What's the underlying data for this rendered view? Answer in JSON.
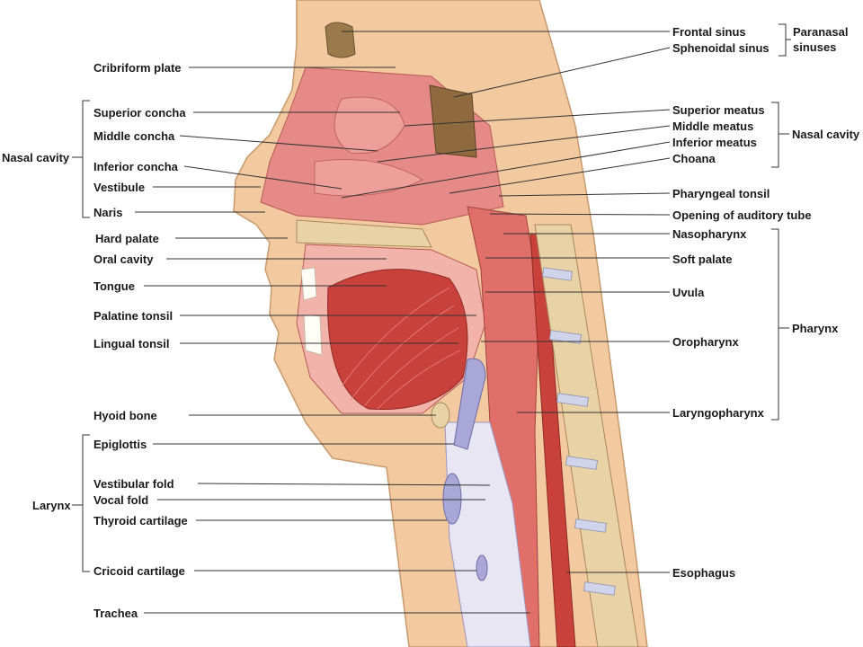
{
  "labels": {
    "cribriform_plate": "Cribriform plate",
    "superior_concha": "Superior concha",
    "middle_concha": "Middle concha",
    "inferior_concha": "Inferior concha",
    "vestibule": "Vestibule",
    "naris": "Naris",
    "hard_palate": "Hard palate",
    "oral_cavity": "Oral cavity",
    "tongue": "Tongue",
    "palatine_tonsil": "Palatine tonsil",
    "lingual_tonsil": "Lingual tonsil",
    "hyoid_bone": "Hyoid bone",
    "epiglottis": "Epiglottis",
    "vestibular_fold": "Vestibular fold",
    "vocal_fold": "Vocal fold",
    "thyroid_cartilage": "Thyroid cartilage",
    "cricoid_cartilage": "Cricoid cartilage",
    "trachea": "Trachea",
    "frontal_sinus": "Frontal sinus",
    "sphenoidal_sinus": "Sphenoidal sinus",
    "superior_meatus": "Superior meatus",
    "middle_meatus": "Middle meatus",
    "inferior_meatus": "Inferior meatus",
    "choana": "Choana",
    "pharyngeal_tonsil": "Pharyngeal tonsil",
    "opening_auditory_tube": "Opening of auditory tube",
    "nasopharynx": "Nasopharynx",
    "soft_palate": "Soft palate",
    "uvula": "Uvula",
    "oropharynx": "Oropharynx",
    "laryngopharynx": "Laryngopharynx",
    "esophagus": "Esophagus"
  },
  "groups": {
    "nasal_cavity_left": "Nasal cavity",
    "larynx": "Larynx",
    "paranasal_line1": "Paranasal",
    "paranasal_line2": "sinuses",
    "nasal_cavity_right": "Nasal cavity",
    "pharynx": "Pharynx"
  },
  "colors": {
    "skin": "#f3c9a0",
    "mucosa": "#e58a86",
    "muscle": "#c8413a",
    "bone": "#e9d2a6",
    "cartilage": "#a9a7d8",
    "leader": "#333333"
  }
}
